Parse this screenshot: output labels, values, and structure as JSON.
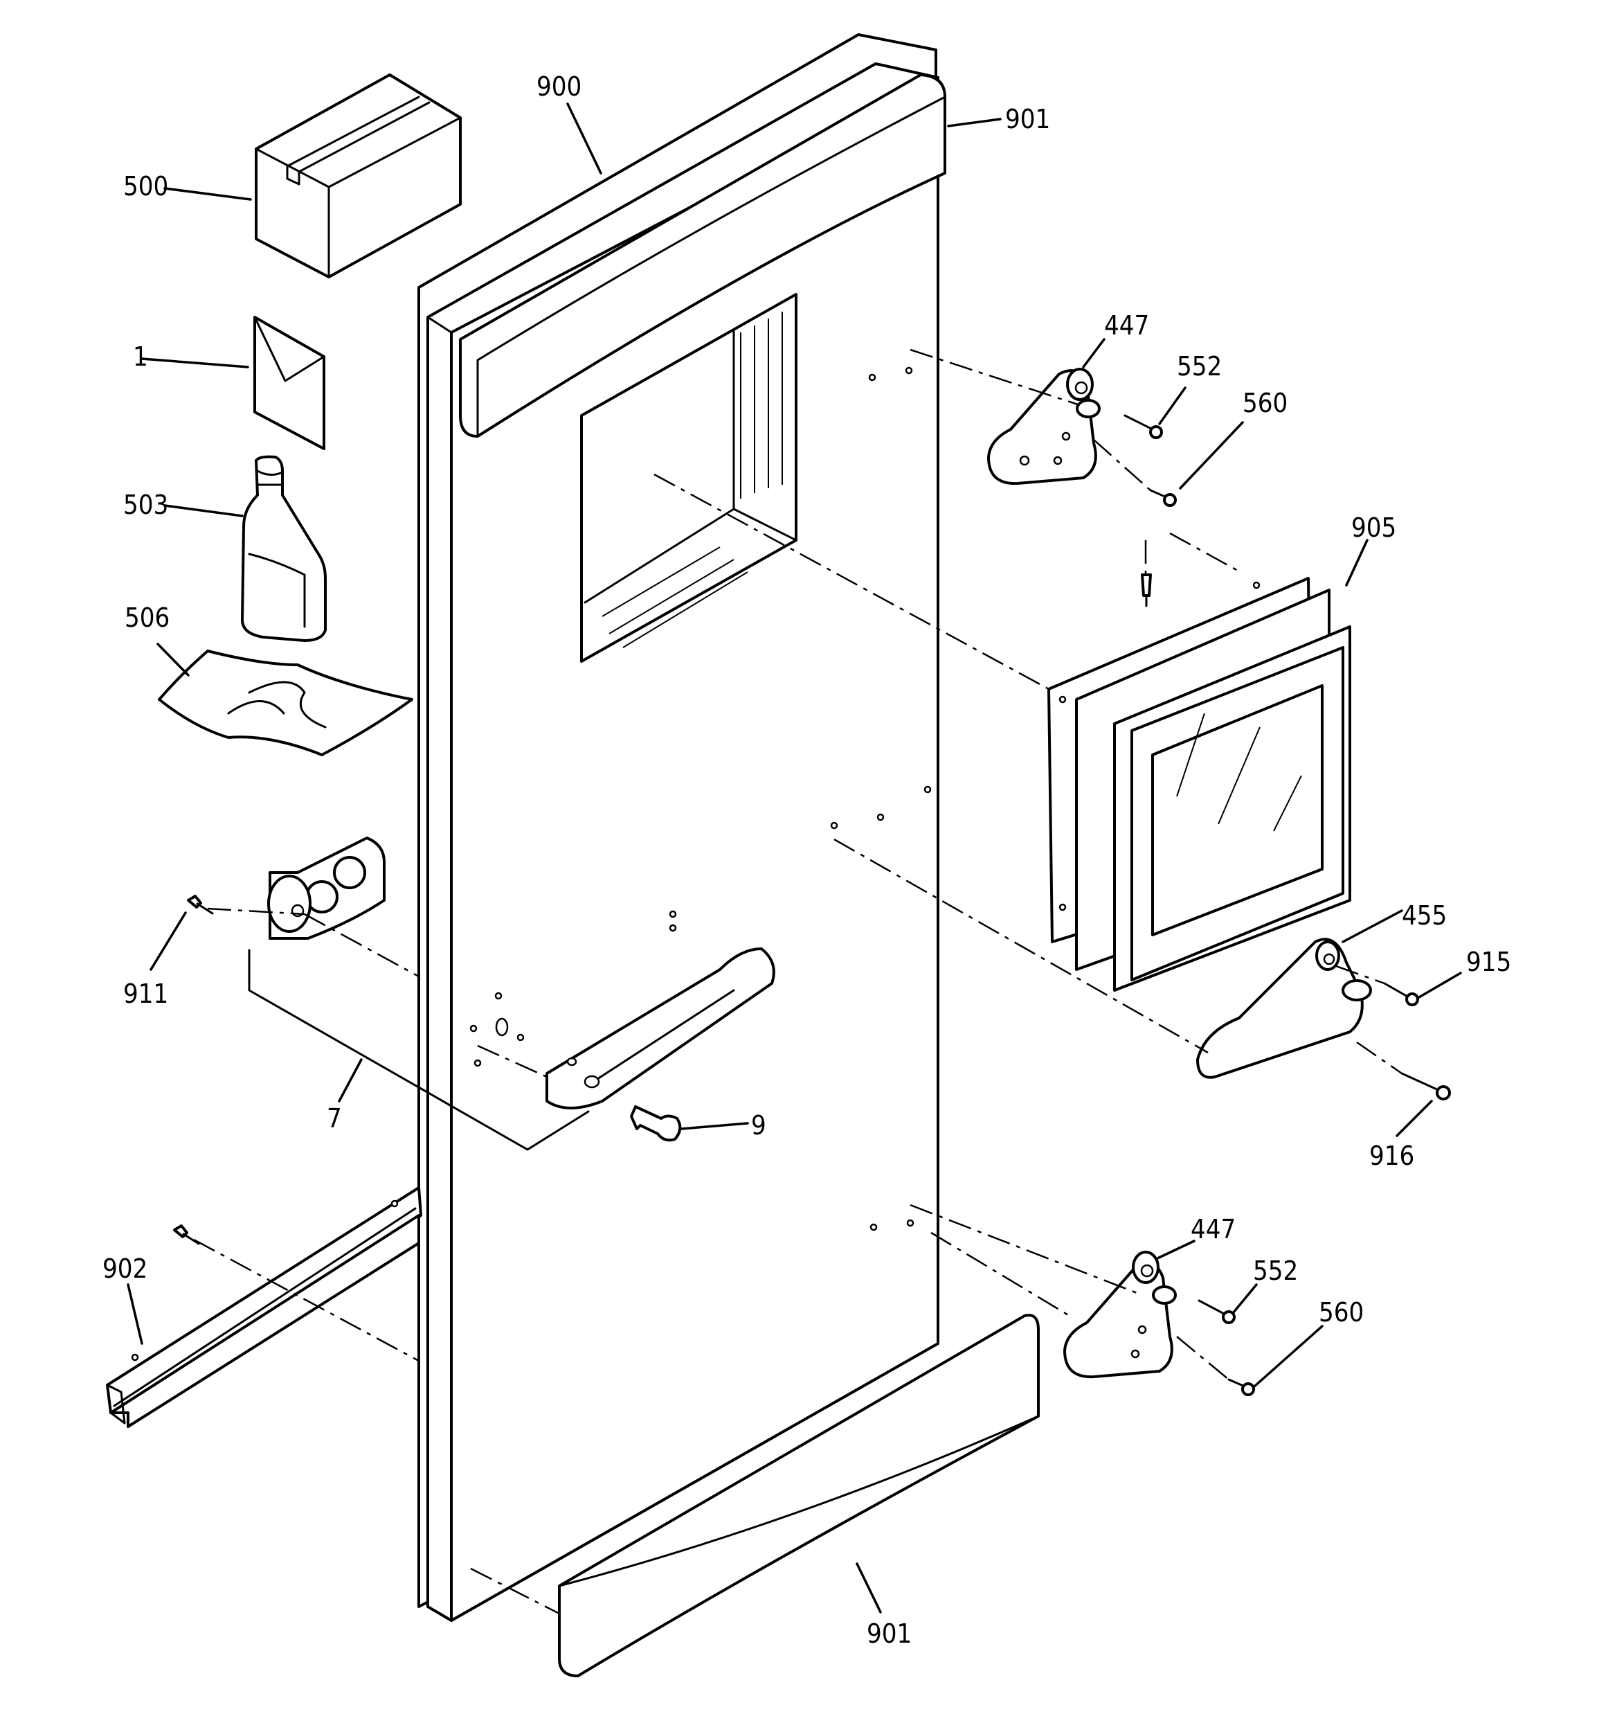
{
  "callouts": {
    "c500": "500",
    "c1": "1",
    "c503": "503",
    "c506": "506",
    "c900": "900",
    "c901_top": "901",
    "c447_top": "447",
    "c552_top": "552",
    "c560_top": "560",
    "c905": "905",
    "c911": "911",
    "c7": "7",
    "c9": "9",
    "c455": "455",
    "c915": "915",
    "c916": "916",
    "c902": "902",
    "c447_bottom": "447",
    "c552_bottom": "552",
    "c560_bottom": "560",
    "c901_bottom": "901"
  }
}
